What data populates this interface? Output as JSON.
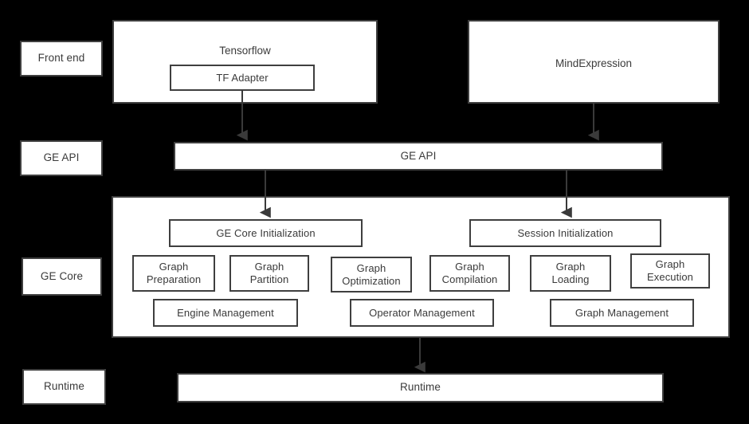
{
  "diagram": {
    "background_color": "#000000",
    "box_fill": "#ffffff",
    "box_border": "#3f3f3f",
    "text_color": "#3a3a3a",
    "connector_color": "#3a3a3a"
  },
  "layer_labels": [
    {
      "label": "Front end"
    },
    {
      "label": "GE API"
    },
    {
      "label": "GE Core"
    },
    {
      "label": "Runtime"
    }
  ],
  "frontend": {
    "tensorflow": {
      "title": "Tensorflow",
      "adapter": "TF Adapter"
    },
    "mindexpression": {
      "title": "MindExpression"
    }
  },
  "ge_api": {
    "label": "GE API"
  },
  "ge_core": {
    "initializers": [
      {
        "label": "GE Core Initialization"
      },
      {
        "label": "Session Initialization"
      }
    ],
    "modules": [
      {
        "label": "Graph\nPreparation",
        "line1": "Graph",
        "line2": "Preparation"
      },
      {
        "label": "Graph\nPartition",
        "line1": "Graph",
        "line2": "Partition"
      },
      {
        "label": "Graph\nOptimization",
        "line1": "Graph",
        "line2": "Optimization"
      },
      {
        "label": "Graph\nCompilation",
        "line1": "Graph",
        "line2": "Compilation"
      },
      {
        "label": "Graph\nLoading",
        "line1": "Graph",
        "line2": "Loading"
      },
      {
        "label": "Graph\nExecution",
        "line1": "Graph",
        "line2": "Execution"
      }
    ],
    "managers": [
      {
        "label": "Engine Management"
      },
      {
        "label": "Operator Management"
      },
      {
        "label": "Graph Management"
      }
    ]
  },
  "runtime": {
    "label": "Runtime"
  }
}
